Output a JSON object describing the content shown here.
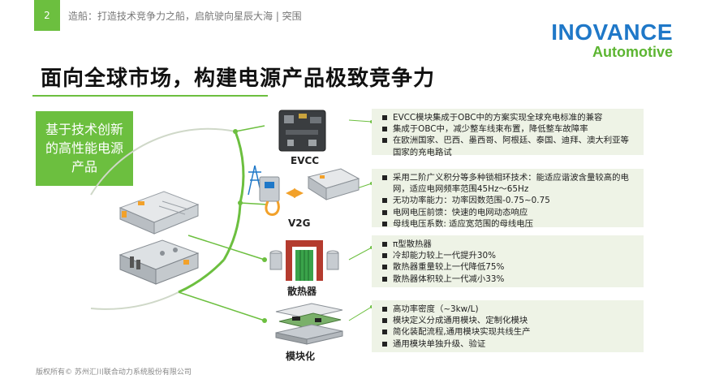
{
  "header": {
    "slide_number": "2",
    "caption": "造船：打造技术竞争力之船，启航驶向星辰大海 | 突围"
  },
  "logo": {
    "main": "INOVANCE",
    "sub": "Automotive"
  },
  "title": "面向全球市场，构建电源产品极致竞争力",
  "side_box": {
    "text": "基于技术创新的高性能电源产品"
  },
  "products": [
    {
      "label": "EVCC",
      "icon": "evcc-module-icon"
    },
    {
      "label": "V2G",
      "icon": "v2g-charging-icon"
    },
    {
      "label": "散热器",
      "icon": "heatsink-icon"
    },
    {
      "label": "模块化",
      "icon": "modular-stack-icon"
    }
  ],
  "sections": [
    {
      "items": [
        "EVCC模块集成于OBC中的方案实现全球充电标准的兼容",
        "集成于OBC中，减少整车线束布置，降低整车故障率",
        "在欧洲国家、巴西、墨西哥、阿根廷、泰国、迪拜、澳大利亚等国家的充电路试"
      ]
    },
    {
      "items": [
        "采用二阶广义积分等多种锁相环技术：能适应谐波含量较高的电网，适应电网频率范围45Hz～65Hz",
        "无功功率能力：功率因数范围-0.75~0.75",
        "电网电压前馈：快速的电网动态响应",
        "母线电压系数: 适应宽范围的母线电压"
      ]
    },
    {
      "items": [
        "π型散热器",
        "冷却能力较上一代提升30%",
        "散热器重量较上一代降低75%",
        "散热器体积较上一代减小33%"
      ]
    },
    {
      "items": [
        "高功率密度（~3kw/L)",
        "模块定义分成通用模块、定制化模块",
        "简化装配流程,通用模块实现共线生产",
        "通用模块单独升级、验证"
      ]
    }
  ],
  "footer": {
    "copyright": "版权所有© 苏州汇川联合动力系统股份有限公司"
  },
  "colors": {
    "accent_green": "#6cbf3f",
    "brand_blue": "#1f78c8",
    "panel_bg": "#eef3e6"
  }
}
